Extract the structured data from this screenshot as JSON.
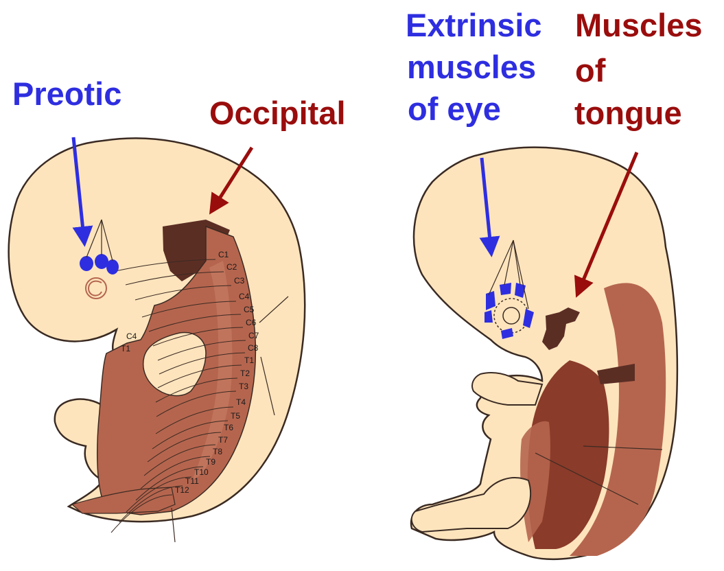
{
  "labels": {
    "preotic": "Preotic",
    "occipital": "Occipital",
    "extrinsic": "Extrinsic",
    "muscles_l": "muscles",
    "of_eye": "of eye",
    "muscles_r": "Muscles",
    "of": "of",
    "tongue": "tongue"
  },
  "segments": [
    "C1",
    "C2",
    "C3",
    "C4",
    "C5",
    "C6",
    "C7",
    "C8",
    "T1",
    "T2",
    "T3",
    "T4",
    "T5",
    "T6",
    "T7",
    "T8",
    "T9",
    "T10",
    "T11",
    "T12"
  ],
  "side_labels": [
    "C4",
    "T1"
  ],
  "colors": {
    "skin": "#fde4bd",
    "outline": "#3a2a22",
    "muscle": "#b5654e",
    "muscle_dark": "#5b2e24",
    "muscle_mid": "#8a3b2a",
    "blue": "#2e2ee0",
    "red": "#9a0d0d"
  }
}
